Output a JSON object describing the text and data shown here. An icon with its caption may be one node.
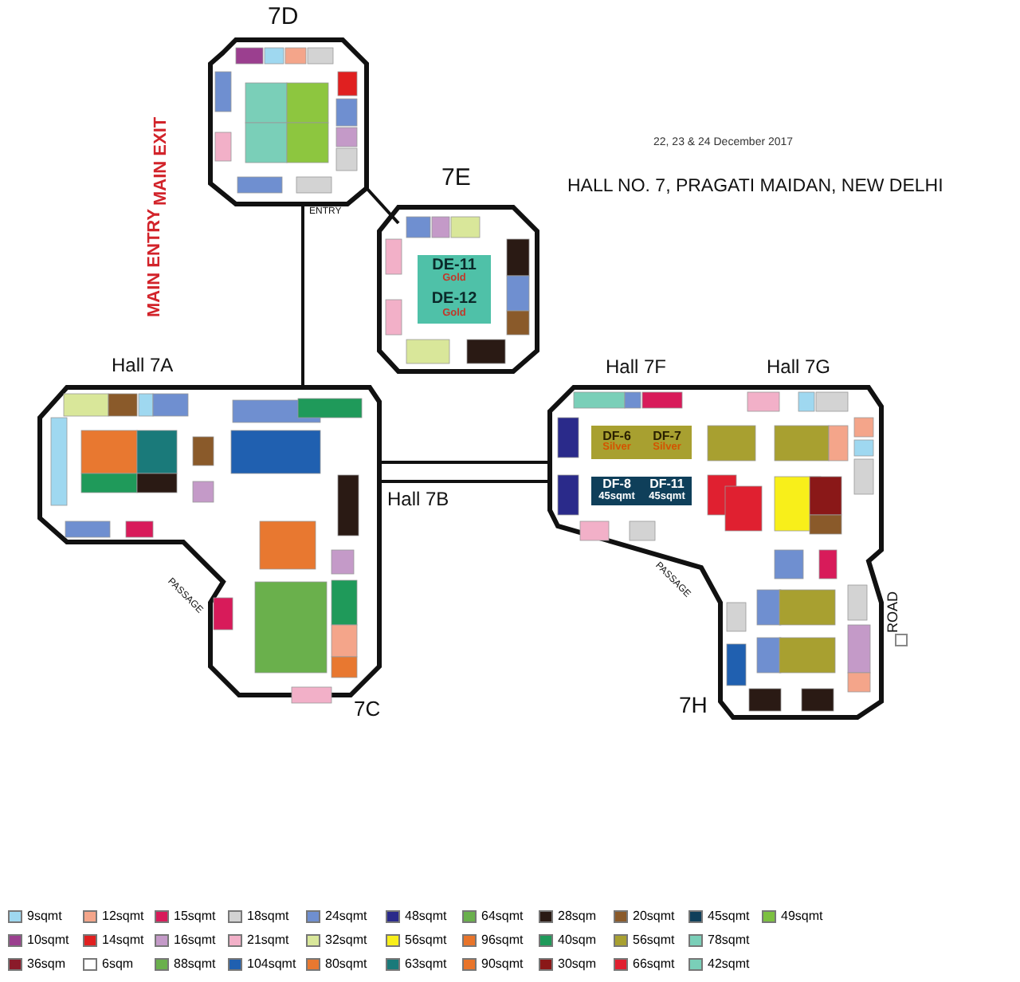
{
  "diagram": {
    "title": "HALL NO. 7, PRAGATI MAIDAN, NEW DELHI",
    "nodes": [
      {
        "text": [
          "DE-11",
          "Gold"
        ]
      },
      {
        "text": [
          "DE-12",
          "Gold"
        ]
      },
      {
        "text": [
          "DF-6",
          "Silver"
        ]
      },
      {
        "text": [
          "DF-7",
          "Silver"
        ]
      },
      {
        "text": [
          "DF-8",
          "45sqmt"
        ]
      },
      {
        "text": [
          "DF-11",
          "45sqmt"
        ]
      }
    ],
    "labels": [
      "22, 23 & 24 December 2017",
      "7D",
      "MAIN EXIT",
      "MAIN ENTRY",
      "ENTRY",
      "7E",
      "Hall 7A",
      "Hall 7F",
      "Hall 7G",
      "Hall 7B",
      "PASSAGE",
      "PASSAGE",
      "ROAD",
      "7C",
      "7H"
    ],
    "legend": [
      {
        "text": "9sqmt",
        "color": "#9fd8f0"
      },
      {
        "text": "12sqmt",
        "color": "#f4a58a"
      },
      {
        "text": "15sqmt",
        "color": "#d81b5a"
      },
      {
        "text": "18sqmt",
        "color": "#d3d3d3"
      },
      {
        "text": "24sqmt",
        "color": "#6f8fd0"
      },
      {
        "text": "48sqmt",
        "color": "#2a2a8a"
      },
      {
        "text": "64sqmt",
        "color": "#6ab04c"
      },
      {
        "text": "28sqm",
        "color": "#2a1a14"
      },
      {
        "text": "20sqmt",
        "color": "#8a5a2a"
      },
      {
        "text": "45sqmt",
        "color": "#0f3f5a"
      },
      {
        "text": "49sqmt",
        "color": "#7cc040"
      },
      {
        "text": "10sqmt",
        "color": "#9b3f8f"
      },
      {
        "text": "14sqmt",
        "color": "#e02020"
      },
      {
        "text": "16sqmt",
        "color": "#c49ac8"
      },
      {
        "text": "21sqmt",
        "color": "#f2b0c8"
      },
      {
        "text": "32sqmt",
        "color": "#d9e79a"
      },
      {
        "text": "56sqmt",
        "color": "#f8ef1a"
      },
      {
        "text": "96sqmt",
        "color": "#e8742a"
      },
      {
        "text": "40sqm",
        "color": "#1f9a5a"
      },
      {
        "text": "56sqmt",
        "color": "#a8a030"
      },
      {
        "text": "78sqmt",
        "color": "#7acfb8"
      },
      {
        "text": "36sqm",
        "color": "#8a1a2a"
      },
      {
        "text": "6sqm",
        "color": "#ffffff"
      },
      {
        "text": "88sqmt",
        "color": "#6ab04c"
      },
      {
        "text": "104sqmt",
        "color": "#2060b0"
      },
      {
        "text": "80sqmt",
        "color": "#e87830"
      },
      {
        "text": "63sqmt",
        "color": "#1a7a7a"
      },
      {
        "text": "90sqmt",
        "color": "#e8742a"
      },
      {
        "text": "30sqm",
        "color": "#8a1818"
      },
      {
        "text": "66sqmt",
        "color": "#e02030"
      },
      {
        "text": "42sqmt",
        "color": "#7acfb8"
      }
    ]
  }
}
